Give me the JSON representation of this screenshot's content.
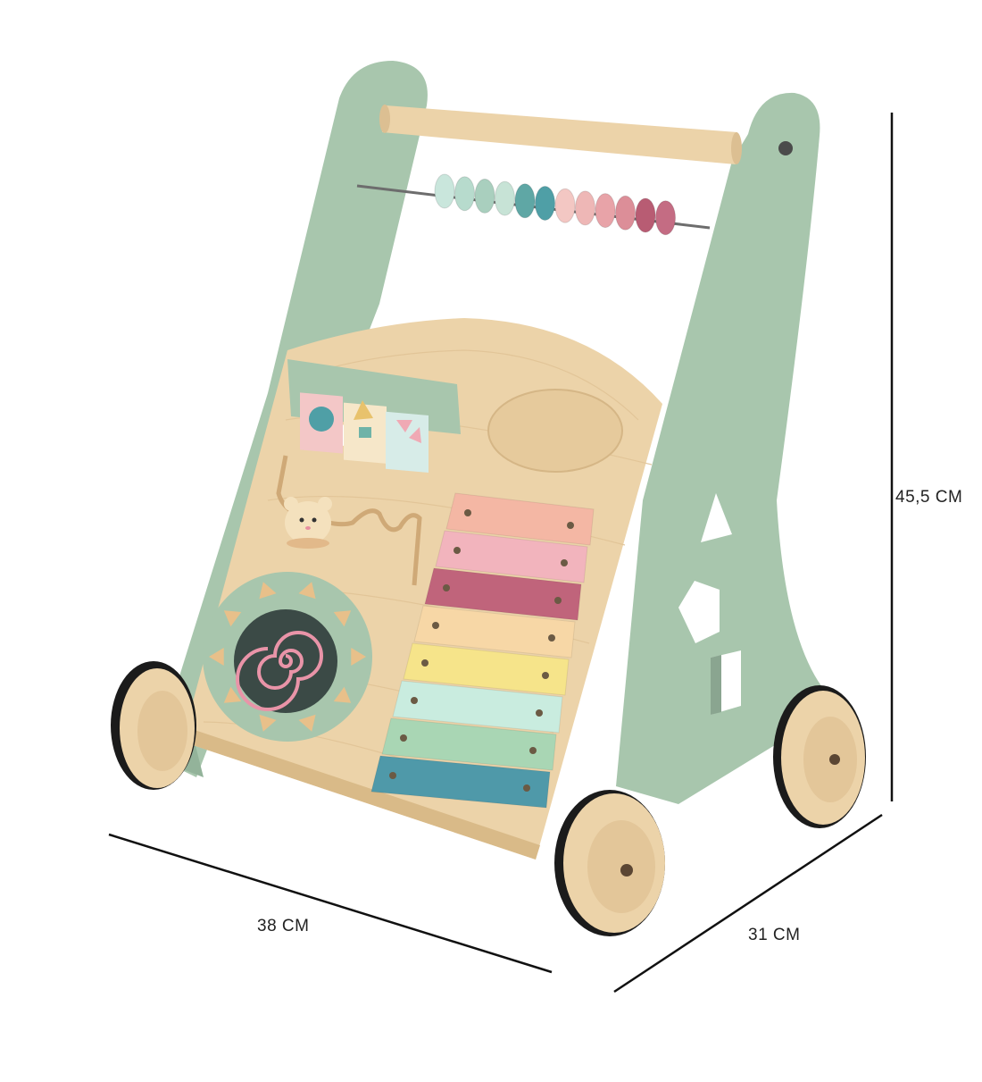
{
  "product": {
    "icon": "wooden-baby-walker-illustration",
    "colors": {
      "frame": "#a8c6ad",
      "frame_dark": "#93b39a",
      "wood": "#ecd3a9",
      "wood_dark": "#d9ba88",
      "abacus_beads": [
        "#c9e6dc",
        "#b7dbcd",
        "#a9cfbe",
        "#c7e3d6",
        "#5fa7a5",
        "#4f9fa6",
        "#f3c7c3",
        "#eeb7b6",
        "#e8a3a8",
        "#dc8e98",
        "#b85c73",
        "#c46c83"
      ],
      "xylophone_bars": [
        "#f4b7a4",
        "#f2b4bd",
        "#c0647b",
        "#f7d7a6",
        "#f6e48a",
        "#c9ecdf",
        "#a9d6b4",
        "#4f99a9"
      ]
    }
  },
  "dimensions": {
    "width_label": "38 CM",
    "depth_label": "31 CM",
    "height_label": "45,5 CM"
  }
}
